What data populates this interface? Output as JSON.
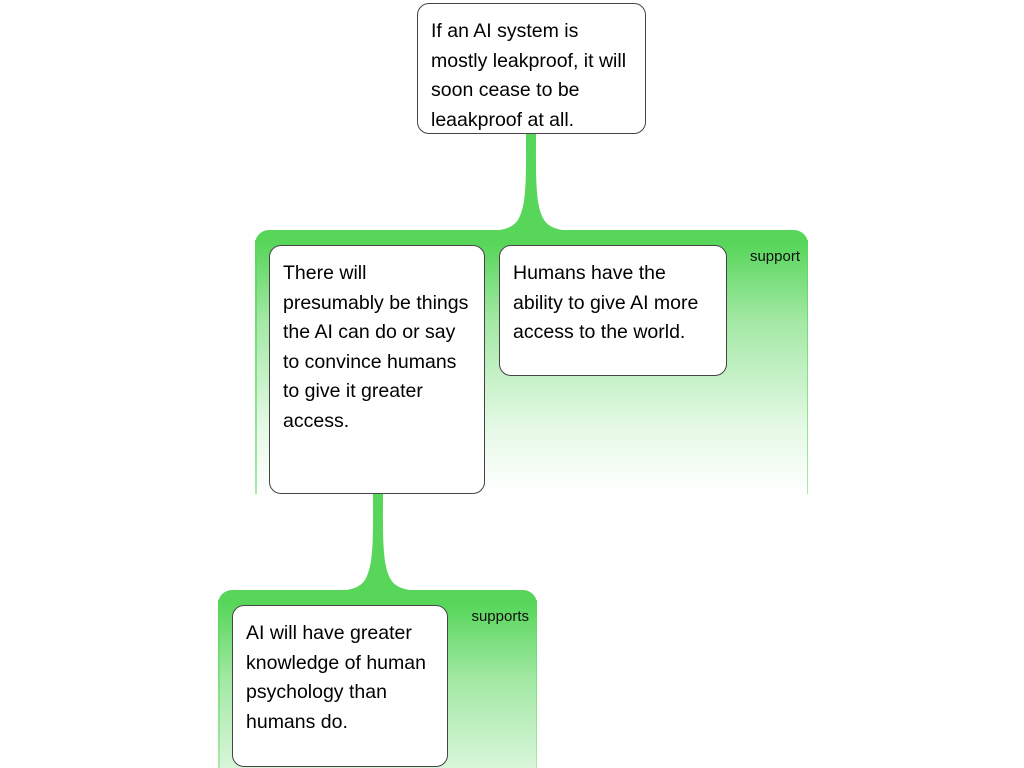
{
  "colors": {
    "support_green": "#57d65a",
    "box_border": "#444444"
  },
  "claim": {
    "text": "If an AI system is mostly leakproof, it will soon cease to be leaakproof at all."
  },
  "groups": [
    {
      "label": "support",
      "reasons": [
        {
          "text": "There will presumably be things the AI can do or say to convince humans to give it greater access."
        },
        {
          "text": "Humans have the ability to give AI more access to the world."
        }
      ]
    },
    {
      "label": "supports",
      "reasons": [
        {
          "text": "AI will have greater knowledge of human psychology than humans do."
        }
      ]
    }
  ]
}
